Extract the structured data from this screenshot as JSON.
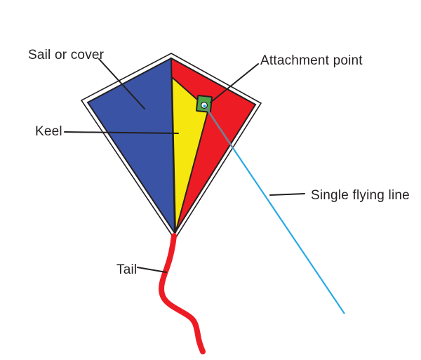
{
  "diagram": {
    "labels": {
      "sail": "Sail or cover",
      "keel": "Keel",
      "attachment": "Attachment point",
      "flying_line": "Single flying line",
      "tail": "Tail"
    },
    "colors": {
      "sail_left_blue": "#3A53A4",
      "sail_right_red": "#ED1C24",
      "keel_yellow": "#F6E70E",
      "attachment_green": "#4FA349",
      "attachment_hole": "#FFFFFF",
      "flying_line_cyan": "#29ABE2",
      "flying_line_over_kite": "#6F8396",
      "tail_red": "#ED1C24",
      "outline_black": "#231F20",
      "background": "#FFFFFF"
    }
  }
}
